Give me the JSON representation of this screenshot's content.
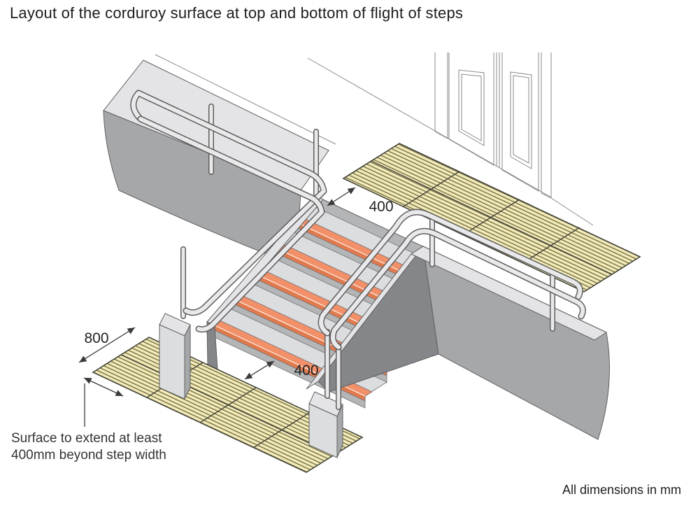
{
  "title": "Layout of the corduroy surface at top and bottom of flight of steps",
  "footnote": "All dimensions in mm",
  "dimensions": {
    "top_setback": "400",
    "bottom_setback": "400",
    "surface_depth": "800"
  },
  "annotation": {
    "line1": "Surface to extend at least",
    "line2": "400mm beyond step width"
  },
  "colors": {
    "corduroy": "#EFE7AB",
    "corduroy_stripe": "#6F6845",
    "tile_line": "#45443A",
    "nosing": "#F2906A",
    "nosing_dark": "#E07A4E",
    "nosing_edge": "#FFE3D2",
    "tread": "#DCDDDF",
    "riser": "#B4B5B7",
    "wall_light": "#E4E4E6",
    "wall_mid": "#A6A7A9",
    "wall_dark": "#85868A",
    "rail_fill": "#E9E9EB",
    "rail_line": "#5E5E5E",
    "dim": "#3A3A3A",
    "text": "#1D1D1D"
  }
}
